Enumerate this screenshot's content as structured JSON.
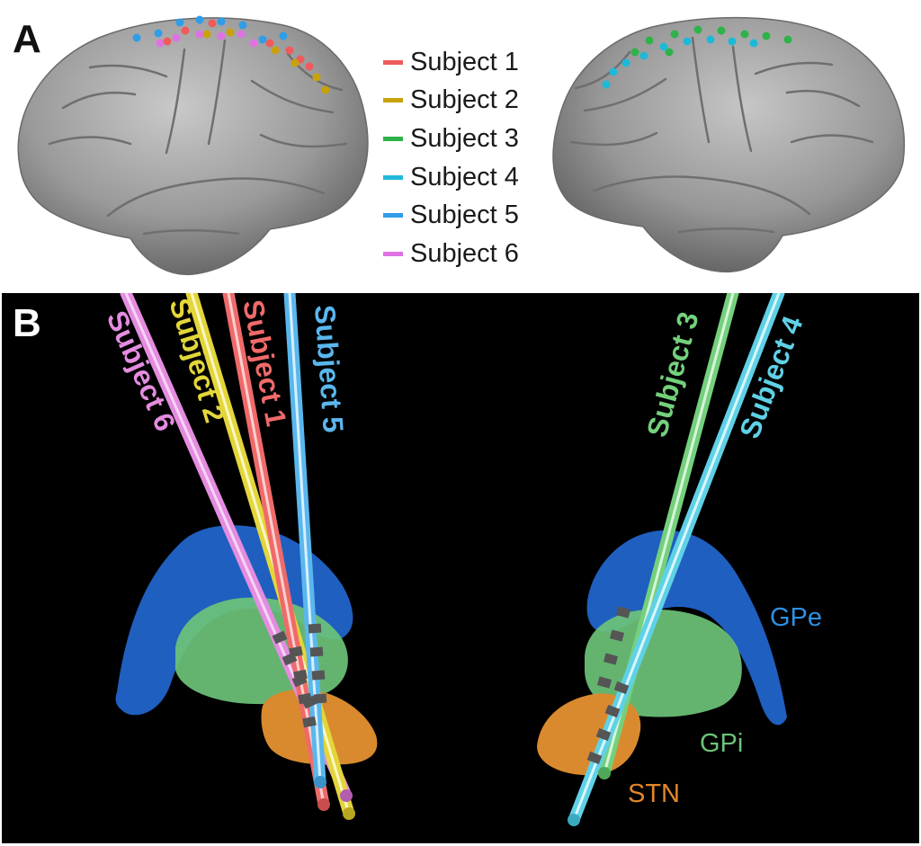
{
  "panel_a": {
    "label": "A",
    "legend": [
      {
        "name": "Subject 1",
        "color": "#ee5b5b"
      },
      {
        "name": "Subject 2",
        "color": "#c9a10a"
      },
      {
        "name": "Subject 3",
        "color": "#2fb24a"
      },
      {
        "name": "Subject 4",
        "color": "#1fb9d8"
      },
      {
        "name": "Subject 5",
        "color": "#2f9de8"
      },
      {
        "name": "Subject 6",
        "color": "#de72e2"
      }
    ]
  },
  "panel_b": {
    "label": "B",
    "lead_labels": {
      "subject6": "Subject 6",
      "subject2": "Subject 2",
      "subject1": "Subject 1",
      "subject5": "Subject 5",
      "subject3": "Subject 3",
      "subject4": "Subject 4"
    },
    "structures": {
      "gpe": "GPe",
      "gpi": "GPi",
      "stn": "STN"
    },
    "colors": {
      "subject1": "#f06a6a",
      "subject2": "#e3d63a",
      "subject3": "#74d07c",
      "subject4": "#5fd1e6",
      "subject5": "#5ab7ee",
      "subject6": "#e48ce0",
      "gpe": "#1f5fbf",
      "gpi": "#6cc37a",
      "stn": "#d98a2e"
    }
  }
}
